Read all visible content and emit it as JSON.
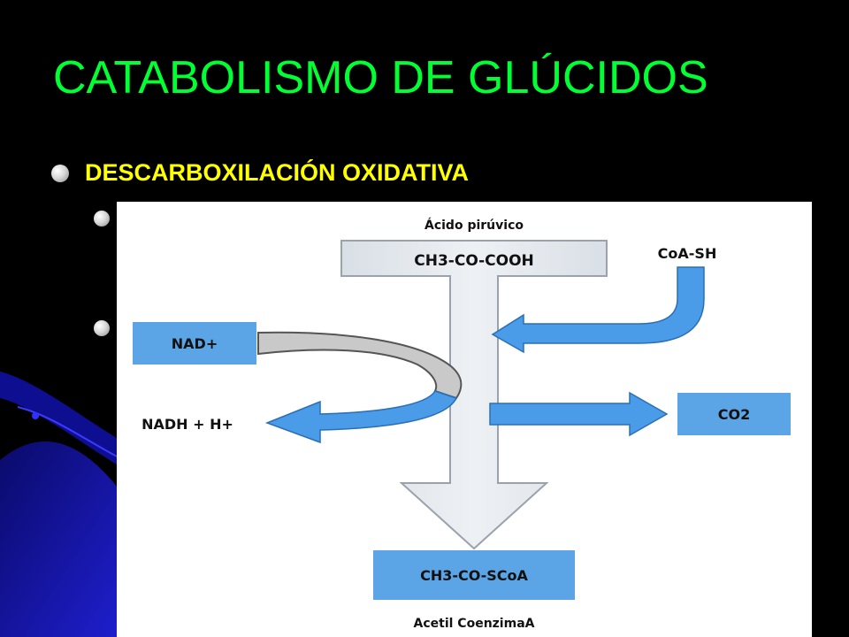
{
  "slide": {
    "title": "CATABOLISMO DE GLÚCIDOS",
    "bullet": "DESCARBOXILACIÓN OXIDATIVA"
  },
  "diagram": {
    "top_label": "Ácido pirúvico",
    "substrate": "CH3-CO-COOH",
    "coa": "CoA-SH",
    "nad": "NAD+",
    "nadh": "NADH + H+",
    "co2": "CO2",
    "product": "CH3-CO-SCoA",
    "bottom_label": "Acetil CoenzimaA"
  },
  "colors": {
    "title": "#00ff33",
    "bullet": "#ffff00",
    "box_blue": "#5ba4e6",
    "arrow_blue": "#4a9be8",
    "arrow_gray": "#e6e6e6"
  }
}
